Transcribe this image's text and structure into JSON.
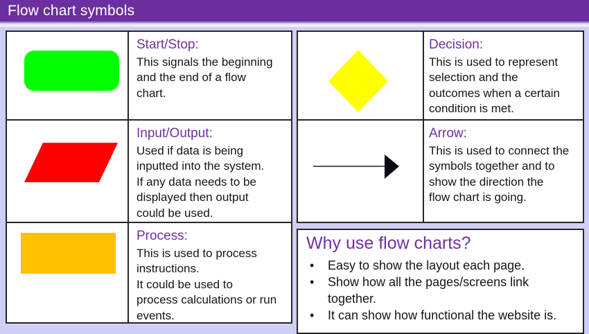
{
  "header": {
    "title": "Flow chart symbols"
  },
  "colors": {
    "header_bg": "#6B2FA0",
    "page_bg": "#CFCFF5",
    "accent_text": "#7030A0",
    "table_border": "#262626"
  },
  "symbols": [
    {
      "heading": "Start/Stop:",
      "body": "This signals the beginning\nand the end of a flow\nchart.",
      "shape": "rounded-rectangle",
      "shape_color": "#00FF00"
    },
    {
      "heading": "Input/Output:",
      "body": "Used if data is being\ninputted into the system.\nIf any data needs to be\ndisplayed then output\ncould be used.",
      "shape": "parallelogram",
      "shape_color": "#FF0000"
    },
    {
      "heading": "Process:",
      "body": "This is used to process\ninstructions.\nIt could be used to\nprocess calculations or run\nevents.",
      "shape": "rectangle",
      "shape_color": "#FFC000"
    },
    {
      "heading": "Decision:",
      "body": "This is used to represent\nselection and the\noutcomes when a certain\ncondition is met.",
      "shape": "diamond",
      "shape_color": "#FFFF00"
    },
    {
      "heading": "Arrow:",
      "body": "This is used to connect the\nsymbols together and to\nshow the direction the\nflow chart is going.",
      "shape": "arrow",
      "line_color": "#57575B",
      "head_color": "#0B0A12"
    }
  ],
  "why_section": {
    "heading": "Why use flow charts?",
    "bullet_char": "•",
    "bullets": [
      "Easy to show the layout each page.",
      "Show how all the pages/screens link\ntogether.",
      "It can show how functional the website is."
    ]
  }
}
